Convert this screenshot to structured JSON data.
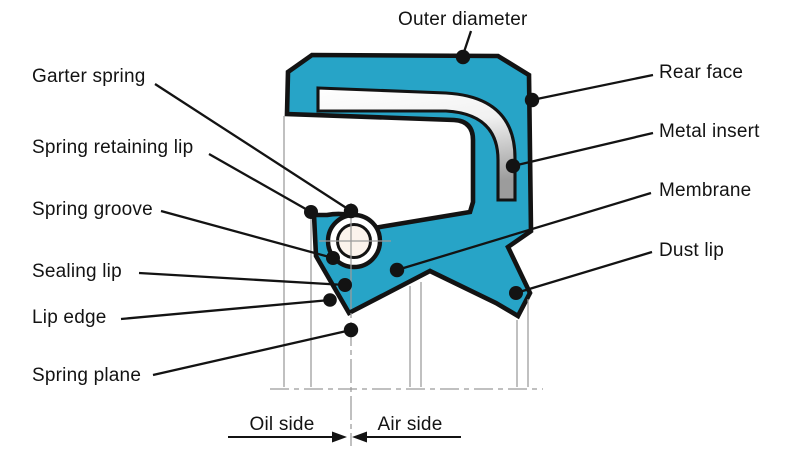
{
  "colors": {
    "body": "#27a4c7",
    "outline": "#131313",
    "guide": "#9a9a9a",
    "insert_light": "#ffffff",
    "insert_dark": "#9c9c9c",
    "spring_bore": "#fbf3ec"
  },
  "callouts": {
    "outer_diameter": "Outer diameter",
    "garter_spring": "Garter spring",
    "spring_retaining_lip": "Spring retaining lip",
    "spring_groove": "Spring groove",
    "sealing_lip": "Sealing lip",
    "lip_edge": "Lip edge",
    "spring_plane": "Spring plane",
    "rear_face": "Rear face",
    "metal_insert": "Metal insert",
    "membrane": "Membrane",
    "dust_lip": "Dust lip"
  },
  "axis": {
    "oil_side": "Oil side",
    "air_side": "Air side"
  }
}
